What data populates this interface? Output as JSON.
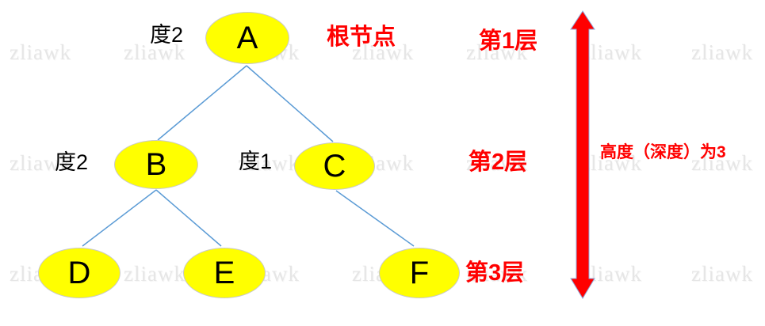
{
  "watermark": {
    "text": "zliawk"
  },
  "tree": {
    "nodes": [
      {
        "label": "A"
      },
      {
        "label": "B"
      },
      {
        "label": "C"
      },
      {
        "label": "D"
      },
      {
        "label": "E"
      },
      {
        "label": "F"
      }
    ],
    "edges": [
      "A-B",
      "A-C",
      "B-D",
      "B-E",
      "C-F"
    ]
  },
  "labels": {
    "degree_root": "度2",
    "root": "根节点",
    "degree_b": "度2",
    "degree_c": "度1",
    "level_1": "第1层",
    "level_2": "第2层",
    "level_3": "第3层",
    "height": "高度（深度）为3"
  },
  "colors": {
    "node_fill": "#ffff00",
    "node_border": "#c9c9c9",
    "edge_line": "#5b9bd5",
    "red_text": "#ff0000",
    "arrow_fill": "#ff0000",
    "arrow_outline": "#8faadc",
    "watermark": "#e6e6e6"
  }
}
